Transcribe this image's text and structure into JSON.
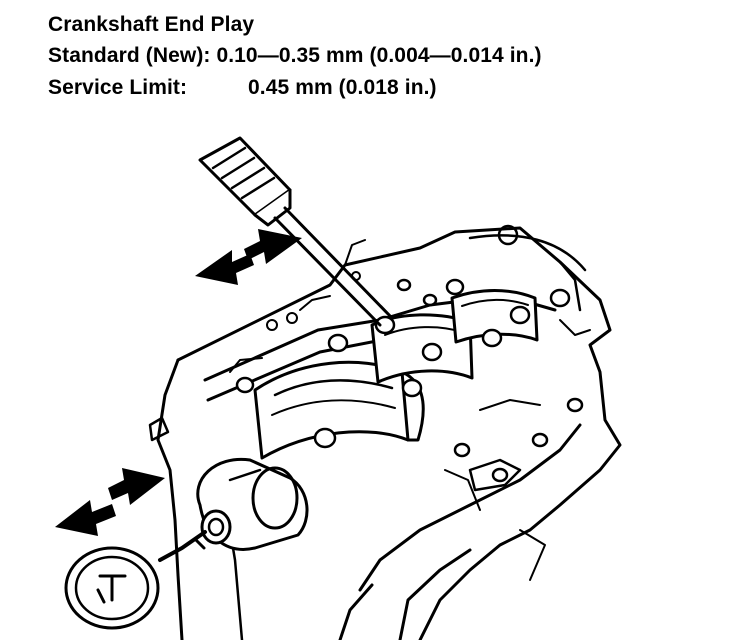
{
  "heading": "Crankshaft End Play",
  "standard": "Standard (New): 0.10—0.35 mm (0.004—0.014 in.)",
  "service_limit_label": "Service Limit:",
  "service_limit_value": "0.45 mm (0.018 in.)",
  "colors": {
    "ink": "#000000",
    "paper": "#ffffff"
  }
}
